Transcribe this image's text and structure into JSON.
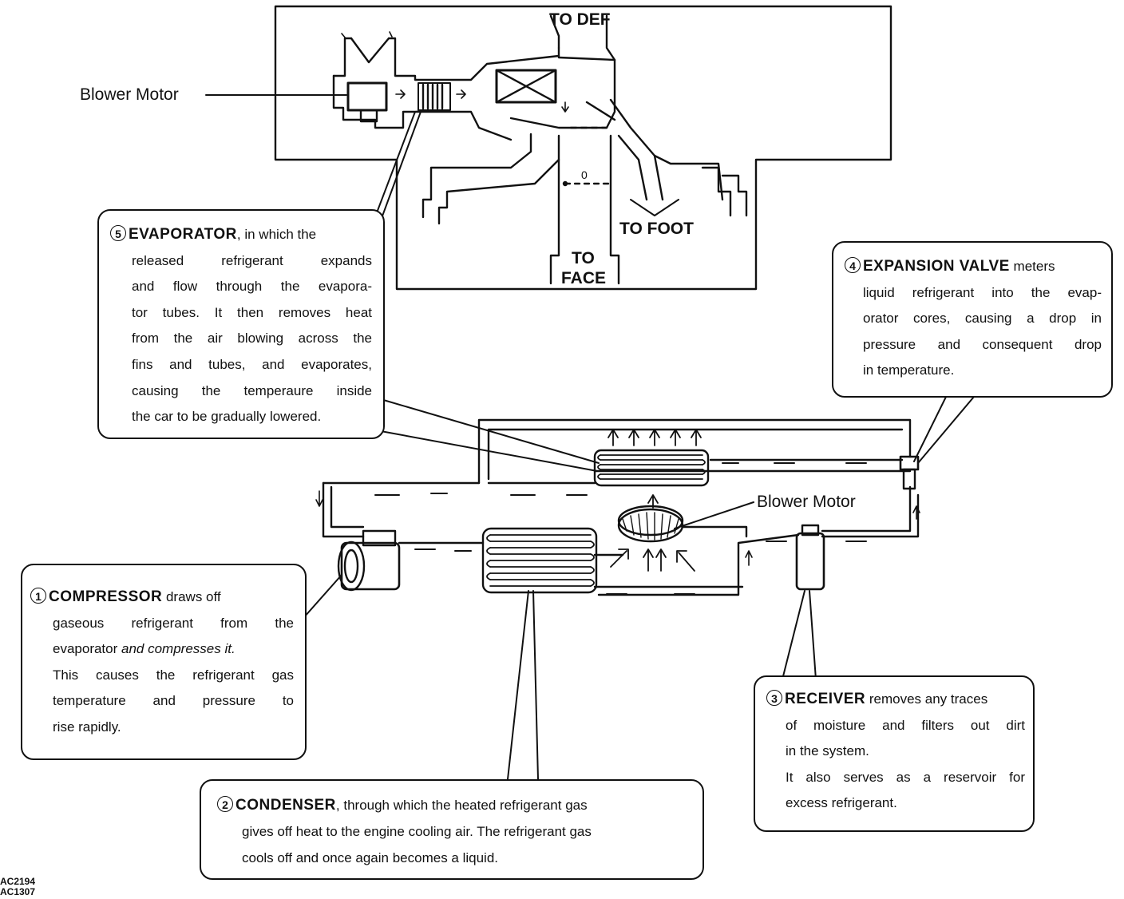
{
  "labels": {
    "to_def": "TO DEF",
    "to_foot": "TO FOOT",
    "to_face_1": "TO",
    "to_face_2": "FACE",
    "blower_motor_top": "Blower Motor",
    "blower_motor_bottom": "Blower Motor",
    "damper_mark": "0"
  },
  "callouts": {
    "evaporator": {
      "num": "5",
      "title": "EVAPORATOR",
      "lines": [
        ", in which the",
        "released refrigerant expands",
        "and flow through the evapora-",
        "tor tubes. It then removes heat",
        "from the air blowing across the",
        "fins and tubes, and evaporates,",
        "causing the temperaure inside",
        "the car to be gradually lowered."
      ]
    },
    "expansion_valve": {
      "num": "4",
      "title": "EXPANSION VALVE",
      "lines": [
        " meters",
        "liquid refrigerant into the evap-",
        "orator cores, causing a drop in",
        "pressure and consequent drop",
        "in temperature."
      ]
    },
    "compressor": {
      "num": "1",
      "title": "COMPRESSOR",
      "lines": [
        " draws off",
        "gaseous refrigerant from the",
        "evaporator",
        " and compresses it.",
        "This causes the refrigerant gas",
        "temperature and pressure to",
        "rise rapidly."
      ]
    },
    "condenser": {
      "num": "2",
      "title": "CONDENSER",
      "lines": [
        ", through which the heated refrigerant gas",
        "gives off heat to the engine cooling air. The refrigerant gas",
        "cools off and once again becomes a liquid."
      ]
    },
    "receiver": {
      "num": "3",
      "title": "RECEIVER",
      "lines": [
        " removes any traces",
        "of moisture and filters out dirt",
        "in the system.",
        "It also serves as a reservoir for",
        "excess refrigerant."
      ]
    }
  },
  "codes": [
    "AC2194",
    "AC1307"
  ]
}
